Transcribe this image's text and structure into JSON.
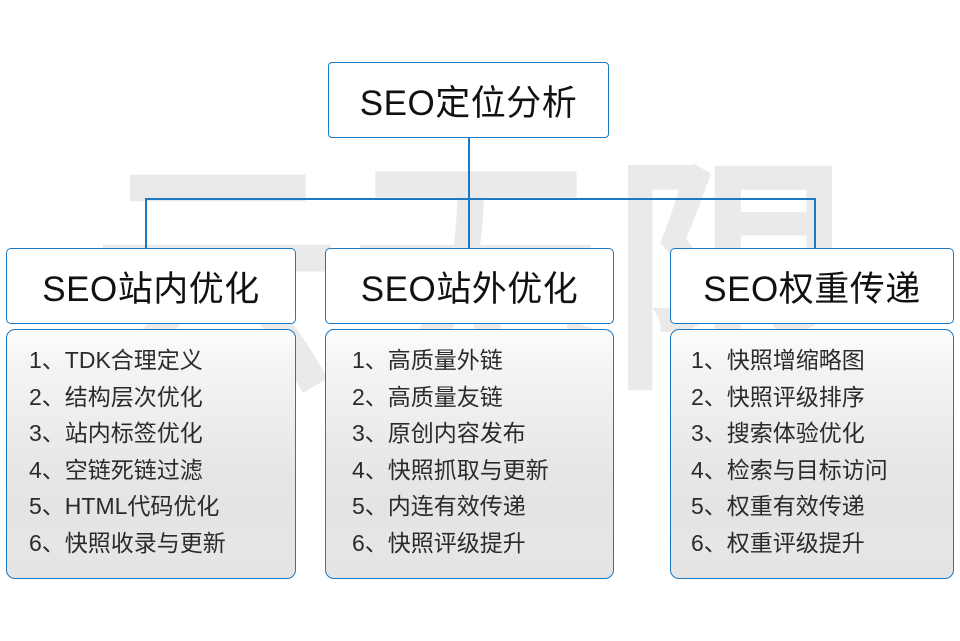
{
  "diagram": {
    "watermark_text": "云无限",
    "accent_color": "#1a7ac4",
    "text_color": "#111111",
    "root": {
      "label": "SEO定位分析"
    },
    "columns": [
      {
        "header": "SEO站内优化",
        "items": [
          "1、TDK合理定义",
          "2、结构层次优化",
          "3、站内标签优化",
          "4、空链死链过滤",
          "5、HTML代码优化",
          "6、快照收录与更新"
        ]
      },
      {
        "header": "SEO站外优化",
        "items": [
          "1、高质量外链",
          "2、高质量友链",
          "3、原创内容发布",
          "4、快照抓取与更新",
          "5、内连有效传递",
          "6、快照评级提升"
        ]
      },
      {
        "header": "SEO权重传递",
        "items": [
          "1、快照增缩略图",
          "2、快照评级排序",
          "3、搜索体验优化",
          "4、检索与目标访问",
          "5、权重有效传递",
          "6、权重评级提升"
        ]
      }
    ]
  }
}
